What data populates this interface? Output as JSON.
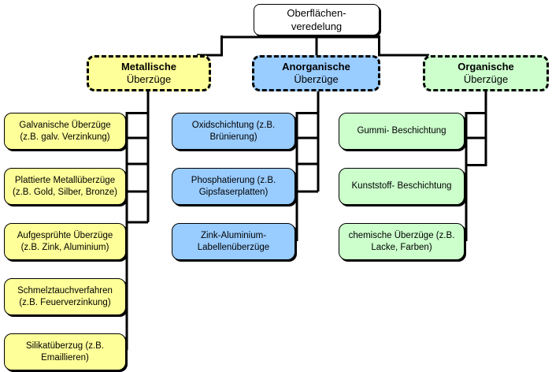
{
  "root_node": {
    "line1": "Oberflächen-",
    "line2": "veredelung"
  },
  "colors": {
    "metallic_fill": "#FFFF99",
    "anorganic_fill": "#99CCFF",
    "organic_fill": "#CCFFCC",
    "root_fill": "#FFFFFF",
    "connector": "#000000"
  },
  "branches": [
    {
      "name": "Metallische",
      "qualifier": "Überzüge",
      "color": "#FFFF99",
      "children": [
        "Galvanische Überzüge (z.B. galv. Verzinkung)",
        "Plattierte Metallüberzüge (z.B. Gold, Silber, Bronze)",
        "Aufgesprühte Überzüge (z.B. Zink, Aluminium)",
        "Schmelztauchverfahren (z.B. Feuerverzinkung)",
        "Silikatüberzug (z.B. Emaillieren)"
      ]
    },
    {
      "name": "Anorganische",
      "qualifier": "Überzüge",
      "color": "#99CCFF",
      "children": [
        "Oxidschichtung (z.B. Brünierung)",
        "Phosphatierung (z.B. Gipsfaserplatten)",
        "Zink-Aluminium-Labellenüberzüge"
      ]
    },
    {
      "name": "Organische",
      "qualifier": "Überzüge",
      "color": "#CCFFCC",
      "children": [
        "Gummi- Beschichtung",
        "Kunststoff- Beschichtung",
        "chemische Überzüge (z.B. Lacke, Farben)"
      ]
    }
  ]
}
